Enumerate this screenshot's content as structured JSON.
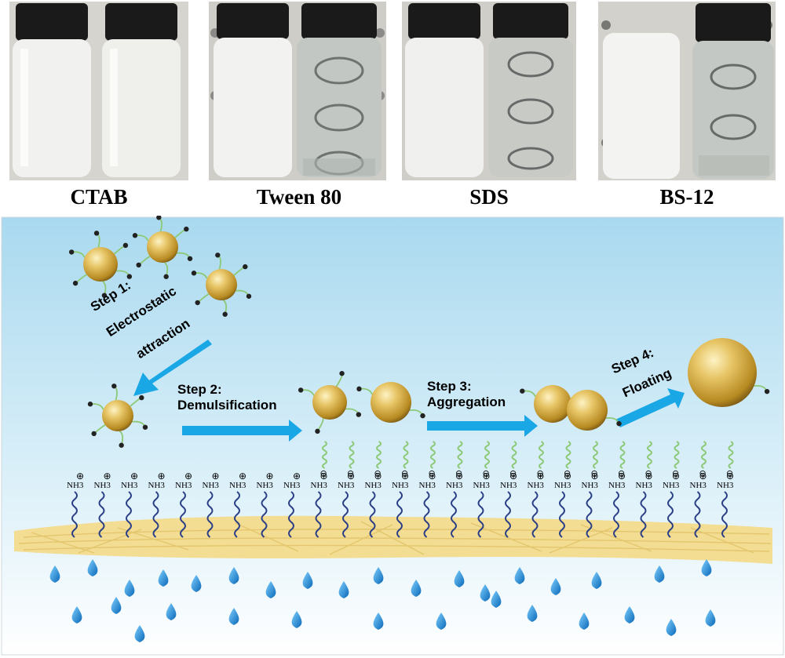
{
  "photos": [
    {
      "label": "CTAB",
      "left_vial": "turbid emulsion",
      "right_vial": "turbid emulsion"
    },
    {
      "label": "Tween 80",
      "left_vial": "turbid emulsion",
      "right_vial": "clear water"
    },
    {
      "label": "SDS",
      "left_vial": "turbid emulsion",
      "right_vial": "clear water"
    },
    {
      "label": "BS-12",
      "left_vial": "turbid emulsion",
      "right_vial": "clear water"
    }
  ],
  "steps": {
    "step1": {
      "title": "Step 1:",
      "line2": "Electrostatic",
      "line3": "attraction"
    },
    "step2": {
      "title": "Step 2:",
      "line2": "Demulsification"
    },
    "step3": {
      "title": "Step 3:",
      "line2": "Aggregation"
    },
    "step4": {
      "title": "Step 4:",
      "line2": "Floating"
    }
  },
  "ligand_label": "NH3",
  "charges": {
    "positive": "⊕",
    "negative": "⊖"
  },
  "colors": {
    "background_top": "#a9d9ef",
    "background_bottom": "#ffffff",
    "arrow": "#19a7e6",
    "droplet_gold": "#d9b24a",
    "chain_green": "#8cc977",
    "chain_blue": "#2b3f86",
    "fiber_mat": "#f3dd93",
    "water_drop": "#1b8fd8"
  }
}
